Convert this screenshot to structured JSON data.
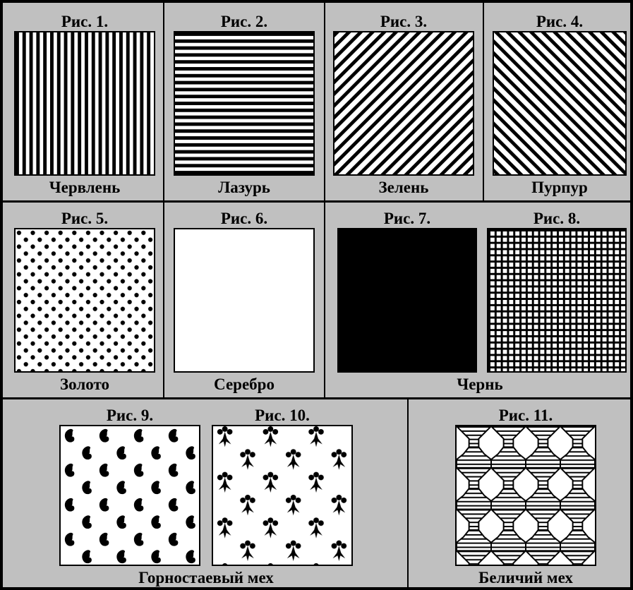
{
  "colors": {
    "background": "#c0c0c0",
    "ink": "#000000",
    "field": "#ffffff"
  },
  "figures": [
    {
      "id": "fig1",
      "caption": "Рис. 1.",
      "pattern": "vertical-lines"
    },
    {
      "id": "fig2",
      "caption": "Рис. 2.",
      "pattern": "horizontal-lines"
    },
    {
      "id": "fig3",
      "caption": "Рис. 3.",
      "pattern": "diagonal-lines-down"
    },
    {
      "id": "fig4",
      "caption": "Рис. 4.",
      "pattern": "diagonal-lines-up"
    },
    {
      "id": "fig5",
      "caption": "Рис. 5.",
      "pattern": "dots"
    },
    {
      "id": "fig6",
      "caption": "Рис. 6.",
      "pattern": "plain-white"
    },
    {
      "id": "fig7",
      "caption": "Рис. 7.",
      "pattern": "solid-black"
    },
    {
      "id": "fig8",
      "caption": "Рис. 8.",
      "pattern": "crosshatch-grid"
    },
    {
      "id": "fig9",
      "caption": "Рис. 9.",
      "pattern": "ermine-spots"
    },
    {
      "id": "fig10",
      "caption": "Рис. 10.",
      "pattern": "ermine-tails"
    },
    {
      "id": "fig11",
      "caption": "Рис. 11.",
      "pattern": "vair"
    }
  ],
  "tinctures": {
    "cherven": "Червлень",
    "lazur": "Лазурь",
    "zelen": "Зелень",
    "purpur": "Пурпур",
    "zoloto": "Золото",
    "serebro": "Серебро",
    "chern": "Чернь",
    "gornostaevyi": "Горностаевый мех",
    "belichii": "Беличий мех"
  }
}
